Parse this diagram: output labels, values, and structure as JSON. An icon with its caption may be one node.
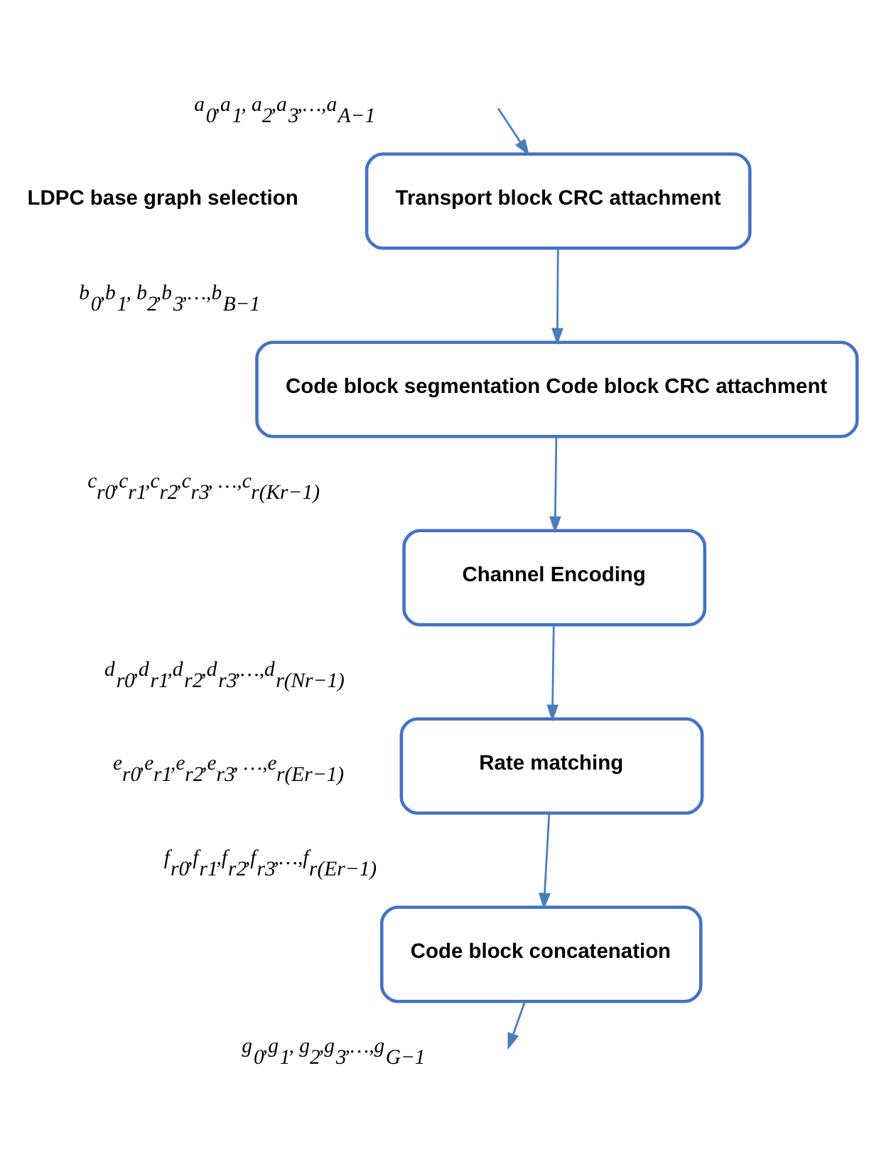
{
  "diagram": {
    "nodes": [
      {
        "text": [
          "Transport block CRC attachment"
        ]
      },
      {
        "text": [
          "Code block segmentation Code block CRC attachment"
        ]
      },
      {
        "text": [
          "Channel Encoding"
        ]
      },
      {
        "text": [
          "Rate matching"
        ]
      },
      {
        "text": [
          "Code block concatenation"
        ]
      }
    ],
    "edges": [
      {
        "from": null,
        "to": 0,
        "arrow": "to"
      },
      {
        "from": 0,
        "to": 1,
        "arrow": "to"
      },
      {
        "from": 1,
        "to": 2,
        "arrow": "to"
      },
      {
        "from": 2,
        "to": 3,
        "arrow": "to"
      },
      {
        "from": 3,
        "to": 4,
        "arrow": "to"
      },
      {
        "from": 4,
        "to": null,
        "arrow": "to"
      }
    ],
    "labels": [
      "a$_{0}$,a$_{1}$, a$_{2}$,a$_{3}$,…,a$_{A−1}$",
      "LDPC base graph selection",
      "b$_{0}$,b$_{1}$, b$_{2}$,b$_{3}$,…,b$_{B−1}$",
      "c$_{r0}$,c$_{r1}$,c$_{r2}$,c$_{r3}$, …,c$_{r(Kr−1)}$",
      "d$_{r0}$,d$_{r1}$,d$_{r2}$,d$_{r3}$,…,d$_{r(Nr−1)}$",
      "e$_{r0}$,e$_{r1}$,e$_{r2}$,e$_{r3}$, …,e$_{r(Er−1)}$",
      "f$_{r0}$,f$_{r1}$,f$_{r2}$,f$_{r3}$,…,f$_{r(Er−1)}$",
      "g$_{0}$,g$_{1}$, g$_{2}$,g$_{3}$,…,g$_{G−1}$"
    ]
  }
}
